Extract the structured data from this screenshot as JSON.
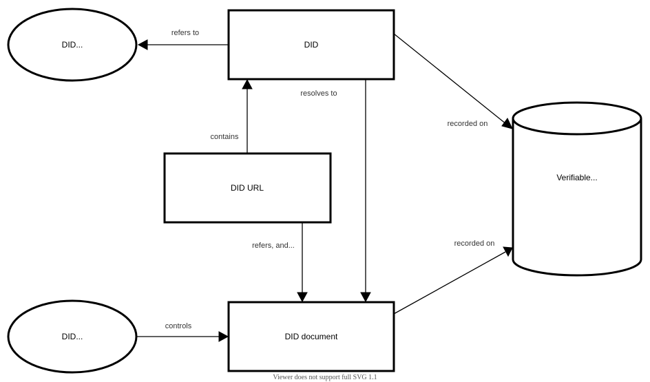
{
  "nodes": {
    "did_subject": "DID...",
    "did": "DID",
    "did_url": "DID URL",
    "did_controller": "DID...",
    "did_document": "DID document",
    "verifiable_registry": "Verifiable..."
  },
  "edges": {
    "refers_to": "refers to",
    "resolves_to": "resolves to",
    "contains": "contains",
    "refers_and": "refers, and...",
    "recorded_on_did": "recorded on",
    "recorded_on_doc": "recorded on",
    "controls": "controls"
  },
  "footer": "Viewer does not support full SVG 1.1"
}
